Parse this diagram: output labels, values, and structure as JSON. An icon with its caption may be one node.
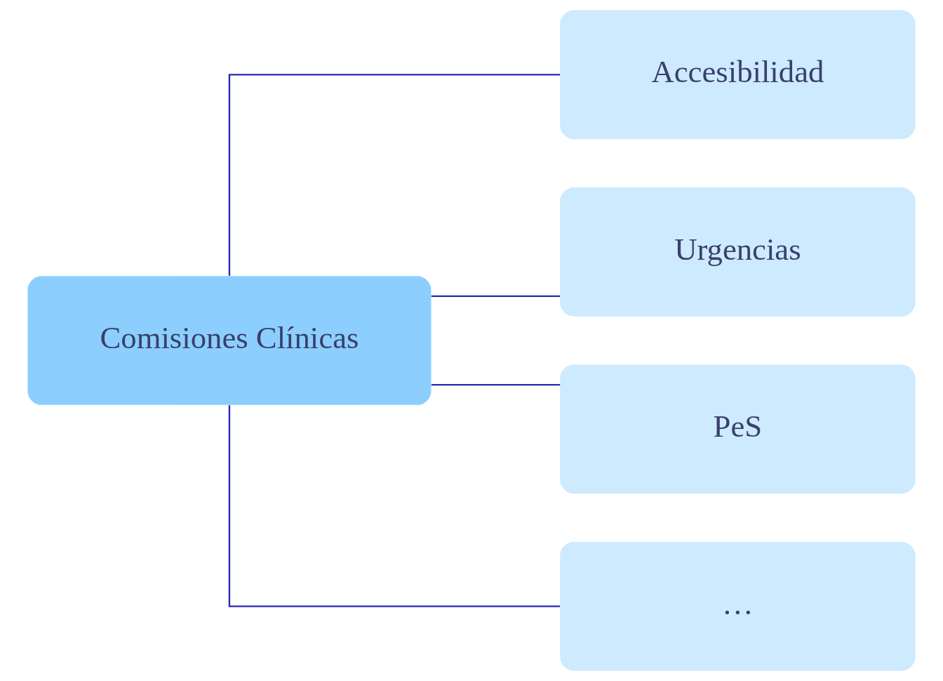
{
  "diagram": {
    "nodes": [
      {
        "text": [
          "Comisiones Clínicas"
        ]
      },
      {
        "text": [
          "Accesibilidad"
        ]
      },
      {
        "text": [
          "Urgencias"
        ]
      },
      {
        "text": [
          "PeS"
        ]
      },
      {
        "text": [
          "…"
        ]
      }
    ],
    "edges": [
      {
        "from": 0,
        "to": 1,
        "arrow": "none"
      },
      {
        "from": 0,
        "to": 2,
        "arrow": "none"
      },
      {
        "from": 0,
        "to": 3,
        "arrow": "none"
      },
      {
        "from": 0,
        "to": 4,
        "arrow": "none"
      }
    ]
  }
}
